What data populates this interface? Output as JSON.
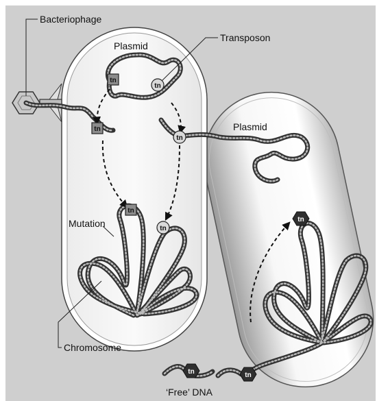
{
  "labels": {
    "bacteriophage": "Bacteriophage",
    "transposon": "Transposon",
    "plasmid_top": "Plasmid",
    "plasmid_right": "Plasmid",
    "mutation": "Mutation",
    "chromosome": "Chromosome",
    "free_dna": "‘Free’ DNA"
  },
  "tn_label": "tn",
  "colors": {
    "background": "#cfcfcf",
    "cell_fill": "#f3f3f3",
    "dna": "#4a4a4a",
    "tn_box": "#8c8c8c",
    "tn_circle": "#d9d9d9",
    "tn_hex_dark": "#2f2f2f"
  }
}
